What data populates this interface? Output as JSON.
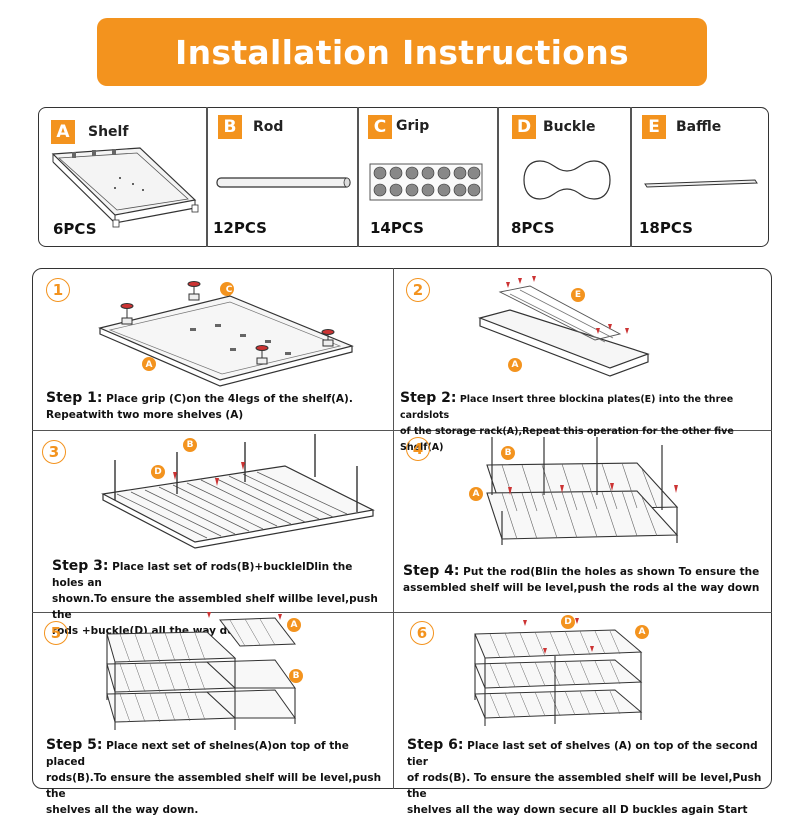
{
  "title": "Installation Instructions",
  "parts": [
    {
      "letter": "A",
      "name": "Shelf",
      "count": "6PCS"
    },
    {
      "letter": "B",
      "name": "Rod",
      "count": "12PCS"
    },
    {
      "letter": "C",
      "name": "Grip",
      "count": "14PCS"
    },
    {
      "letter": "D",
      "name": "Buckle",
      "count": "8PCS"
    },
    {
      "letter": "E",
      "name": "Baffle",
      "count": "18PCS"
    }
  ],
  "steps": [
    {
      "num": "1",
      "label": "Step 1:",
      "lines": [
        "Place grip (C)on the 4legs of the shelf(A).",
        "Repeatwith two more shelves (A)"
      ],
      "callouts": [
        "C",
        "A"
      ]
    },
    {
      "num": "2",
      "label": "Step 2:",
      "lines": [
        "Place Insert three blockina plates(E) into the three cardslots",
        "of the storage rack(A),Repeat this operation for the other five Shelf(A)"
      ],
      "callouts": [
        "E",
        "A"
      ]
    },
    {
      "num": "3",
      "label": "Step 3:",
      "lines": [
        "Place last set of rods(B)+bucklelDlin the holes an",
        "shown.To ensure the assembled shelf willbe level,push the",
        "rods +buckle(D) all the way down."
      ],
      "callouts": [
        "B",
        "D"
      ]
    },
    {
      "num": "4",
      "label": "Step 4:",
      "lines": [
        "Put the rod(Blin the holes as shown To ensure the",
        "assembled shelf will be level,push the rods al the way down"
      ],
      "callouts": [
        "B",
        "A"
      ]
    },
    {
      "num": "5",
      "label": "Step 5:",
      "lines": [
        "Place next set of shelnes(A)on top of the placed",
        "rods(B).To ensure the assembled shelf will be level,push the",
        "shelves all the way down."
      ],
      "callouts": [
        "A",
        "B"
      ]
    },
    {
      "num": "6",
      "label": "Step 6:",
      "lines": [
        "Place last set of shelves (A) on top of the second tier",
        "of rods(B). To ensure the assembled shelf will be level,Push the",
        "shelves all the way down secure all D buckles again Start"
      ],
      "callouts": [
        "D",
        "A"
      ]
    }
  ],
  "colors": {
    "accent": "#f3931e",
    "line": "#333333"
  }
}
